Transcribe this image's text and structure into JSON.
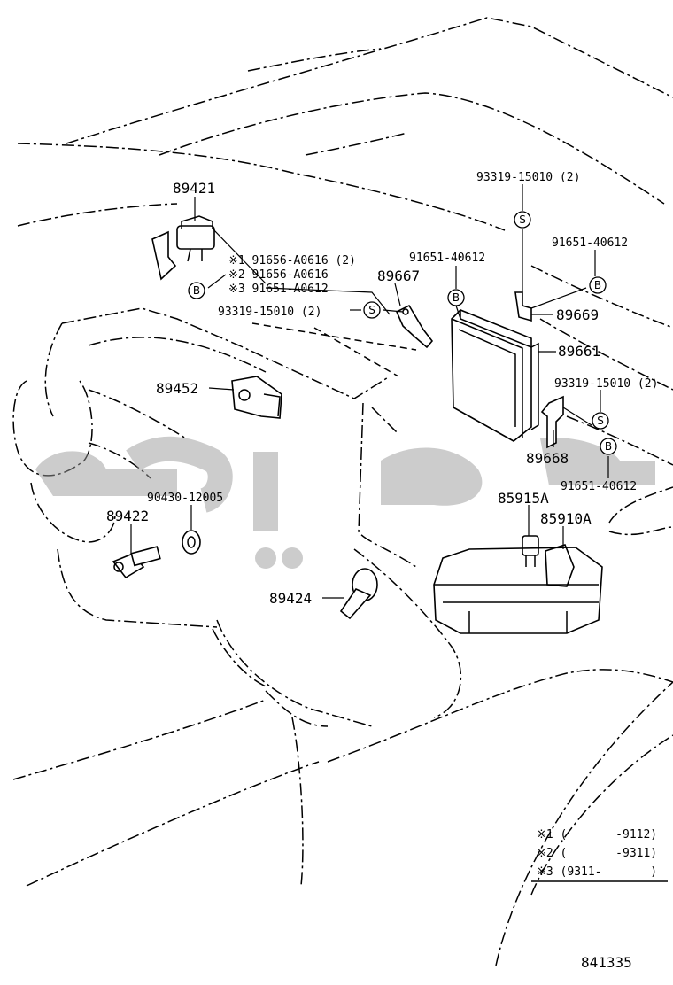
{
  "diagram": {
    "drawing_number": "841335",
    "watermark": "",
    "circle_markers": {
      "bolt": "B",
      "screw": "S"
    },
    "part_labels": {
      "p89421": "89421",
      "p91656_1": "※1 91656-A0616 (2)",
      "p91656_2": "※2 91656-A0616",
      "p91651_3": "※3 91651-A0612",
      "p93319_left": "93319-15010 (2)",
      "p91651_mid": "91651-40612",
      "p89667": "89667",
      "p93319_top": "93319-15010 (2)",
      "p91651_right": "91651-40612",
      "p89669": "89669",
      "p89661": "89661",
      "p93319_lower": "93319-15010 (2)",
      "p89668": "89668",
      "p91651_lower": "91651-40612",
      "p89452": "89452",
      "p90430": "90430-12005",
      "p89422": "89422",
      "p85915A": "85915A",
      "p85910A": "85910A",
      "p89424": "89424"
    },
    "legend": {
      "row1": "※1 (       -9112)",
      "row2": "※2 (       -9311)",
      "row3": "※3 (9311-       )"
    }
  }
}
